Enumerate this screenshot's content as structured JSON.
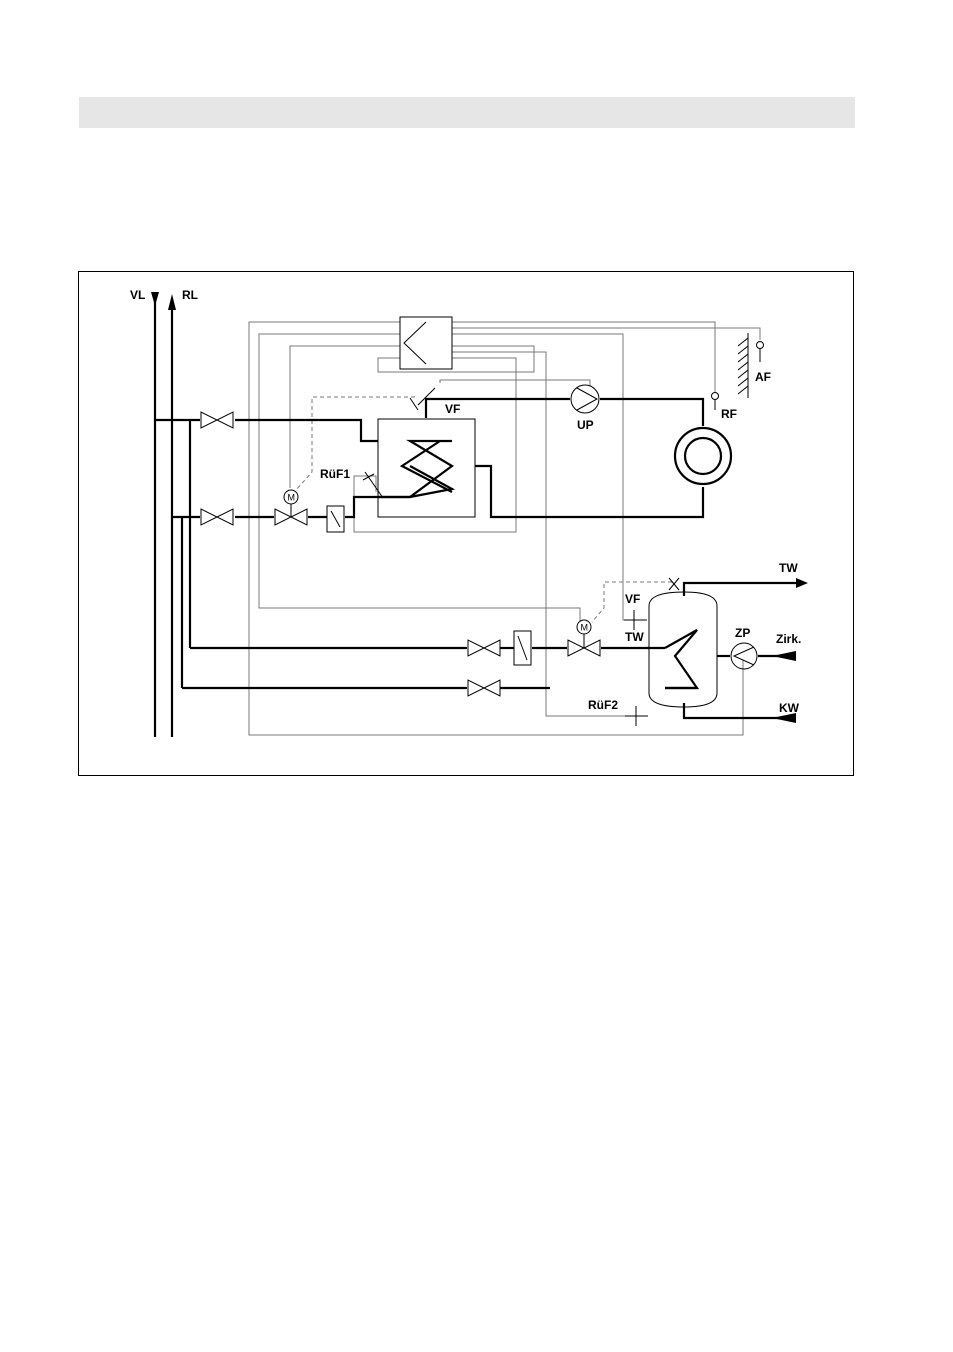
{
  "diagram": {
    "labels": {
      "vl": "VL",
      "rl": "RL",
      "af": "AF",
      "rf": "RF",
      "up": "UP",
      "vf_heating": "VF",
      "ruf1": "RüF1",
      "tw_out": "TW",
      "vf_dhw": "VF",
      "tw_sensor": "TW",
      "zp": "ZP",
      "zirk": "Zirk.",
      "kw": "KW",
      "ruf2": "RüF2"
    }
  }
}
